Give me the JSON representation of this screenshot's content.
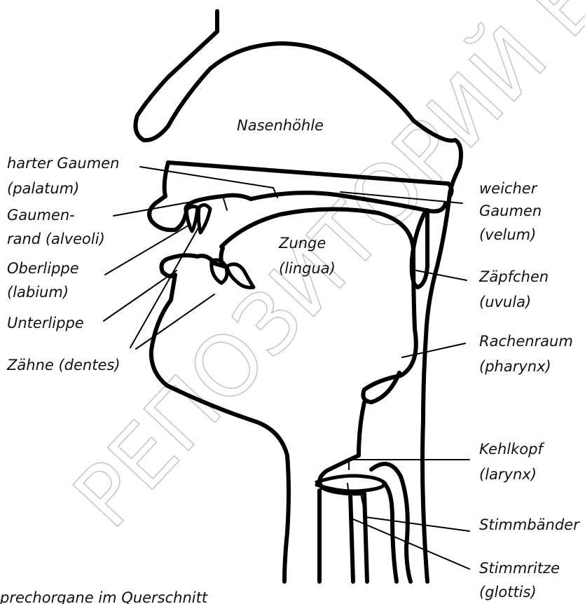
{
  "watermark": "РЕПОЗИТОРИЙ БГПУ",
  "caption": "prechorgane im Querschnitt",
  "labels": {
    "nasenhoehle": "Nasenhöhle",
    "harter_gaumen_1": "harter Gaumen",
    "harter_gaumen_2": "(palatum)",
    "gaumenrand_1": "Gaumen-",
    "gaumenrand_2": "rand (alveoli)",
    "oberlippe_1": "Oberlippe",
    "oberlippe_2": "(labium)",
    "unterlippe": "Unterlippe",
    "zaehne": "Zähne (dentes)",
    "zunge_1": "Zunge",
    "zunge_2": "(lingua)",
    "weicher_gaumen_1": "weicher",
    "weicher_gaumen_2": "Gaumen",
    "weicher_gaumen_3": "(velum)",
    "zaepfchen_1": "Zäpfchen",
    "zaepfchen_2": "(uvula)",
    "rachenraum_1": "Rachenraum",
    "rachenraum_2": "(pharynx)",
    "kehlkopf_1": "Kehlkopf",
    "kehlkopf_2": "(larynx)",
    "stimmbaender": "Stimmbänder",
    "stimmritze_1": "Stimmritze",
    "stimmritze_2": "(glottis)"
  }
}
